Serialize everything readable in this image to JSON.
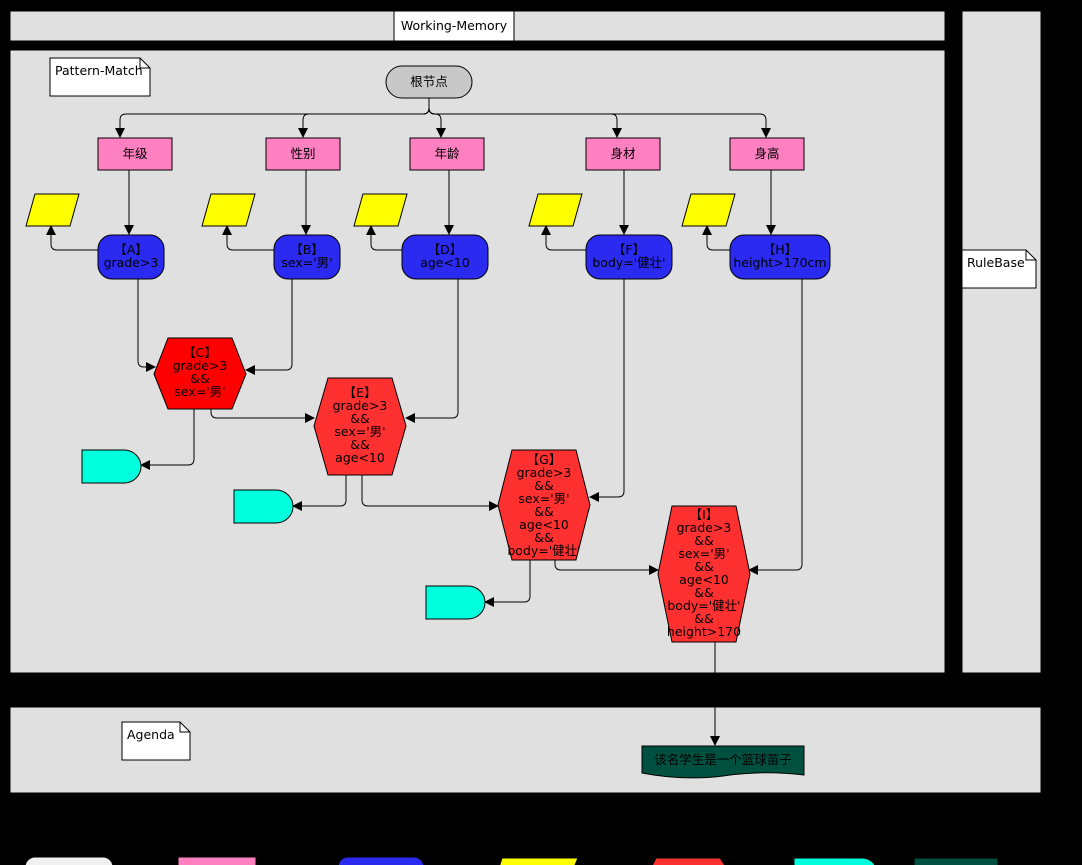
{
  "panels": {
    "working_memory": "Working-Memory",
    "pattern_match": "Pattern-Match",
    "rule_base": "RuleBase",
    "agenda": "Agenda"
  },
  "root": "根节点",
  "type_nodes": [
    "年级",
    "性别",
    "年龄",
    "身材",
    "身高"
  ],
  "alpha_nodes": [
    {
      "id": "A",
      "label": "【A】",
      "condition": "grade>3"
    },
    {
      "id": "B",
      "label": "【B】",
      "condition": "sex='男'"
    },
    {
      "id": "D",
      "label": "【D】",
      "condition": "age<10"
    },
    {
      "id": "F",
      "label": "【F】",
      "condition": "body='健壮'"
    },
    {
      "id": "H",
      "label": "【H】",
      "condition": "height>170cm"
    }
  ],
  "beta_nodes": [
    {
      "id": "C",
      "lines": [
        "【C】",
        "grade>3",
        "&&",
        "sex='男'"
      ]
    },
    {
      "id": "E",
      "lines": [
        "【E】",
        "grade>3",
        "&&",
        "sex='男'",
        "&&",
        "age<10"
      ]
    },
    {
      "id": "G",
      "lines": [
        "【G】",
        "grade>3",
        "&&",
        "sex='男'",
        "&&",
        "age<10",
        "&&",
        "body='健壮'"
      ]
    },
    {
      "id": "I",
      "lines": [
        "【I】",
        "grade>3",
        "&&",
        "sex='男'",
        "&&",
        "age<10",
        "&&",
        "body='健壮'",
        "&&",
        "height>170"
      ]
    }
  ],
  "result": "该名学生是一个篮球苗子",
  "colors": {
    "panel": "#e0e0e0",
    "root": "#c8c8c8",
    "type_node": "#ff80c0",
    "alpha_node": "#2a2af0",
    "alpha_memory": "#ffff00",
    "beta_node": "#ff3030",
    "beta_node_C": "#ff0000",
    "beta_memory": "#00ffdd",
    "terminal": "#005040"
  }
}
